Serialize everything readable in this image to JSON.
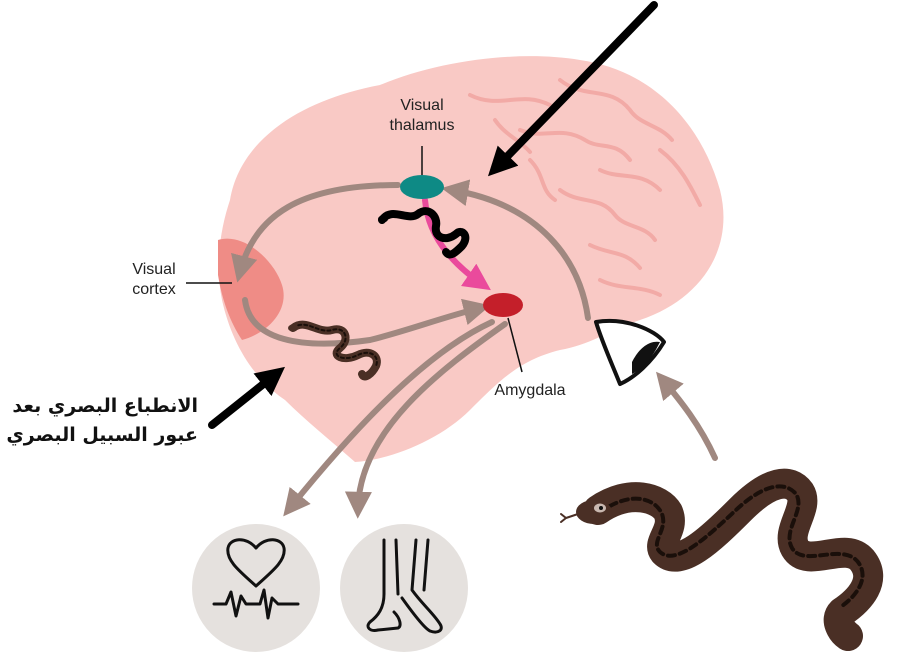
{
  "labels": {
    "visual_thalamus": "Visual\nthalamus",
    "visual_cortex": "Visual\ncortex",
    "amygdala": "Amygdala",
    "arabic_line1": "الانطباع البصري بعد",
    "arabic_line2": "عبور السبيل البصري"
  },
  "colors": {
    "brain": "#f9c9c5",
    "brain_folds": "#f2aaa6",
    "visual_cortex": "#ef8c86",
    "thalamus": "#0e8a85",
    "amygdala": "#c41f2a",
    "pathway_arrow": "#a08880",
    "fast_path_arrow": "#ea4a9c",
    "pointer_arrow": "#000000",
    "snake": "#4a2f25",
    "response_circle": "#e5e1de"
  },
  "icons": [
    "brain-icon",
    "eye-icon",
    "snake-icon",
    "heart-rate-icon",
    "legs-icon"
  ]
}
